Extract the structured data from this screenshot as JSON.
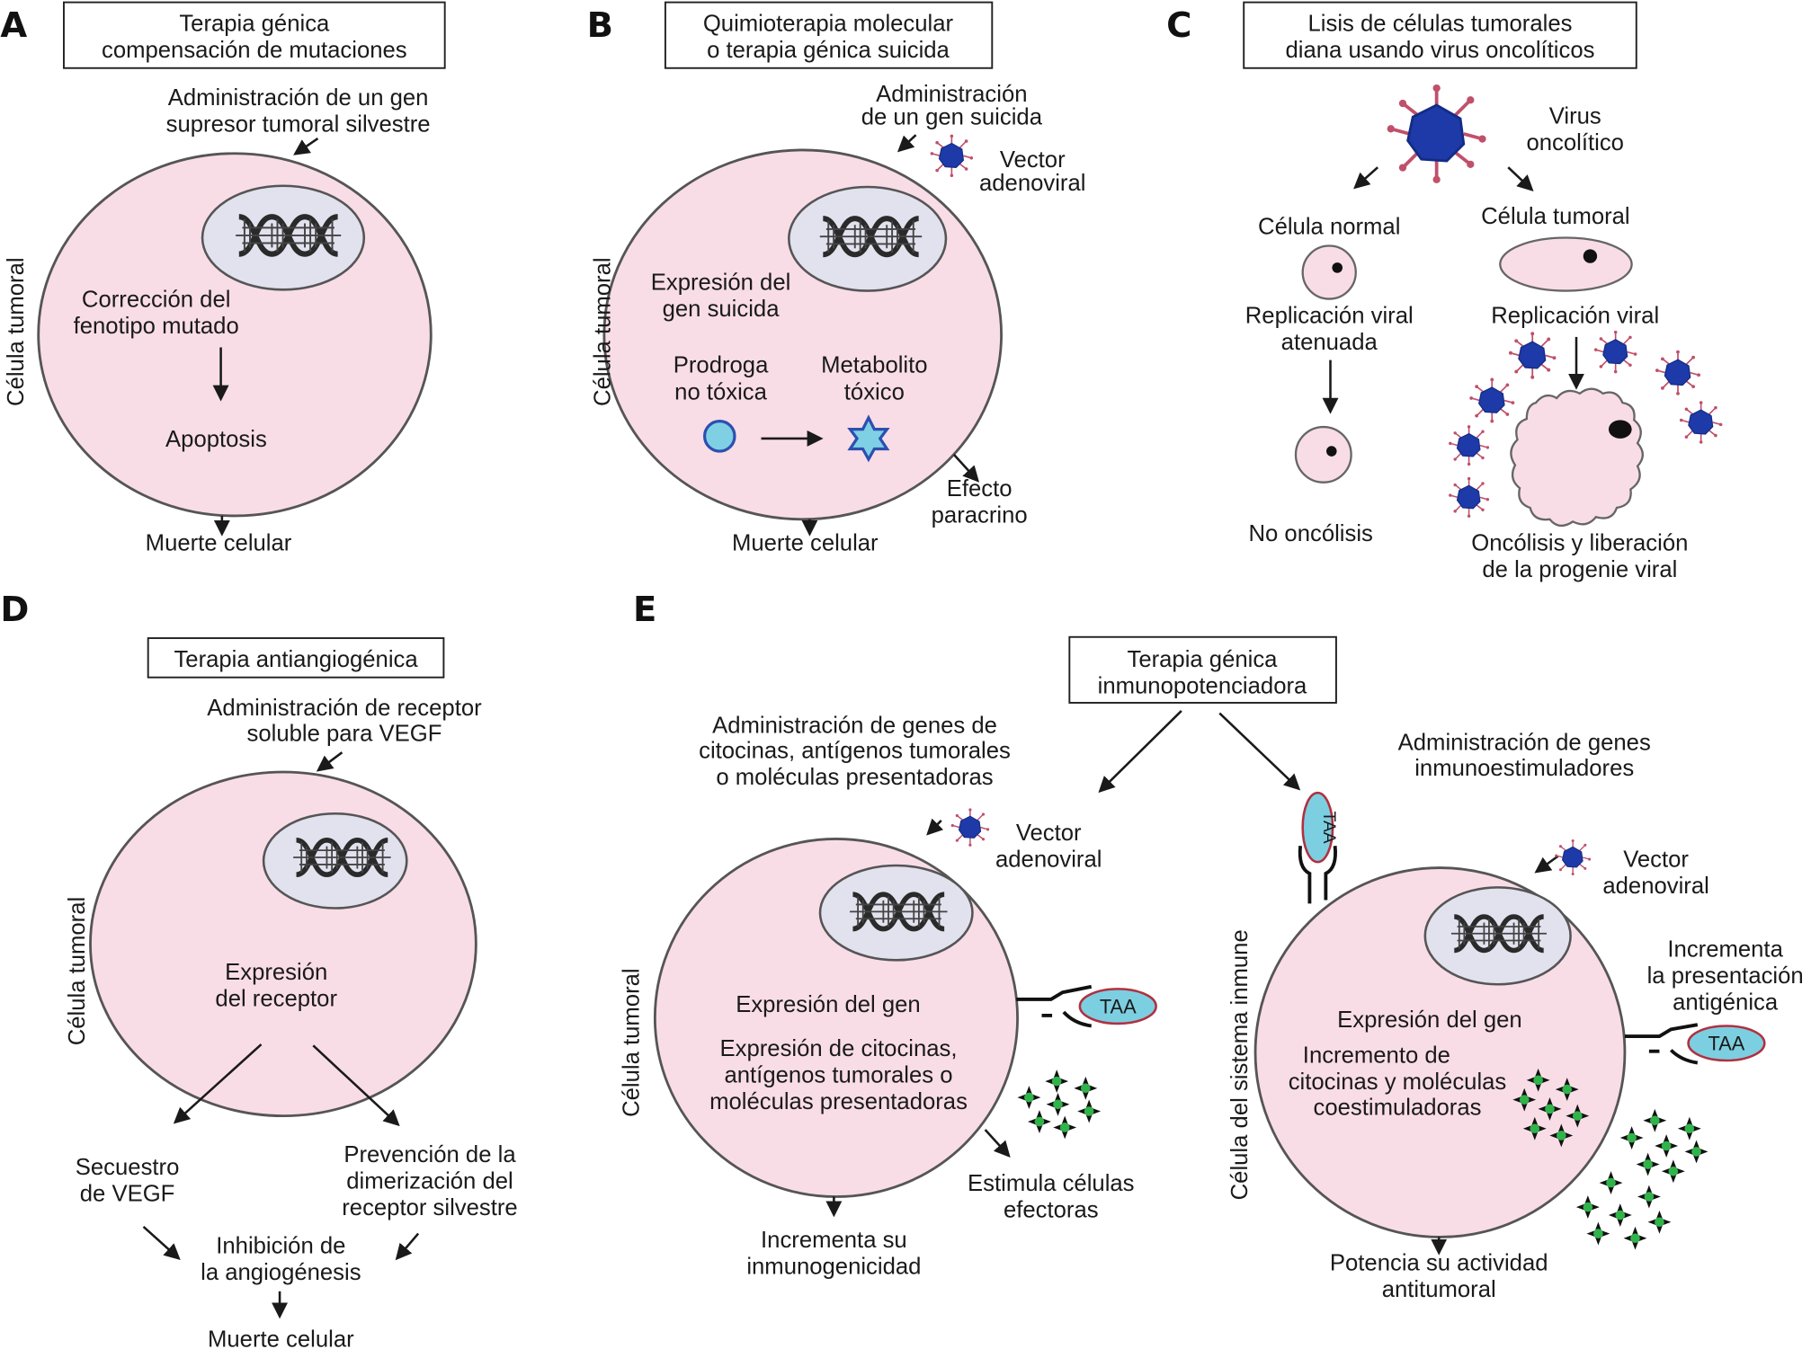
{
  "figure": {
    "panels": {
      "A": {
        "letter": "A",
        "title": [
          "Terapia génica",
          "compensación de mutaciones"
        ],
        "admin": [
          "Administración de un gen",
          "supresor tumoral silvestre"
        ],
        "cell_label": "Célula tumoral",
        "inner": [
          "Corrección del",
          "fenotipo mutado"
        ],
        "apoptosis": "Apoptosis",
        "outcome": "Muerte celular"
      },
      "B": {
        "letter": "B",
        "title": [
          "Quimioterapia molecular",
          "o terapia génica suicida"
        ],
        "admin": [
          "Administración",
          "de un gen suicida"
        ],
        "vector": [
          "Vector",
          "adenoviral"
        ],
        "cell_label": "Célula tumoral",
        "expression": [
          "Expresión del",
          "gen suicida"
        ],
        "prodrug": [
          "Prodroga",
          "no tóxica"
        ],
        "metabolite": [
          "Metabolito",
          "tóxico"
        ],
        "paracrine": [
          "Efecto",
          "paracrino"
        ],
        "outcome": "Muerte celular"
      },
      "C": {
        "letter": "C",
        "title": [
          "Lisis de células tumorales",
          "diana usando virus oncolíticos"
        ],
        "virus": [
          "Virus",
          "oncolítico"
        ],
        "normal_cell": "Célula normal",
        "tumor_cell": "Célula tumoral",
        "attenuated": [
          "Replicación viral",
          "atenuada"
        ],
        "replication": "Replicación viral",
        "no_oncolysis": "No oncólisis",
        "oncolysis": [
          "Oncólisis y liberación",
          "de la progenie viral"
        ]
      },
      "D": {
        "letter": "D",
        "title": "Terapia antiangiogénica",
        "admin": [
          "Administración de receptor",
          "soluble para VEGF"
        ],
        "cell_label": "Célula tumoral",
        "expression": [
          "Expresión",
          "del receptor"
        ],
        "sequestration": [
          "Secuestro",
          "de VEGF"
        ],
        "prevention": [
          "Prevención de la",
          "dimerización del",
          "receptor silvestre"
        ],
        "inhibition": [
          "Inhibición de",
          "la angiogénesis"
        ],
        "outcome": "Muerte celular"
      },
      "E": {
        "letter": "E",
        "title": [
          "Terapia génica",
          "inmunopotenciadora"
        ],
        "left": {
          "admin": [
            "Administración de genes de",
            "citocinas, antígenos tumorales",
            "o moléculas presentadoras"
          ],
          "vector": [
            "Vector",
            "adenoviral"
          ],
          "cell_label": "Célula tumoral",
          "expression": "Expresión del gen",
          "detail": [
            "Expresión de citocinas,",
            "antígenos tumorales o",
            "moléculas presentadoras"
          ],
          "taa": "TAA",
          "stimulates": [
            "Estimula células",
            "efectoras"
          ],
          "outcome": [
            "Incrementa su",
            "inmunogenicidad"
          ]
        },
        "right": {
          "admin": [
            "Administración de genes",
            "inmunoestimuladores"
          ],
          "vector": [
            "Vector",
            "adenoviral"
          ],
          "cell_label": "Célula del sistema inmune",
          "expression": "Expresión del gen",
          "detail": [
            "Incremento de",
            "citocinas y moléculas",
            "coestimuladoras"
          ],
          "taa": "TAA",
          "presentation": [
            "Incrementa",
            "la presentación",
            "antigénica"
          ],
          "outcome": [
            "Potencia su actividad",
            "antitumoral"
          ]
        }
      }
    },
    "colors": {
      "cell_fill": "#f9dde6",
      "nucleus_fill": "#e2e1ee",
      "virus_blue": "#1d3aa8",
      "virus_spike": "#c0506a",
      "prodrug_fill": "#7fd0e4",
      "prodrug_stroke": "#2c4fb0",
      "taa_fill": "#7ccfe0",
      "taa_stroke": "#b03040",
      "cytokine_green": "#2fb34a"
    }
  }
}
